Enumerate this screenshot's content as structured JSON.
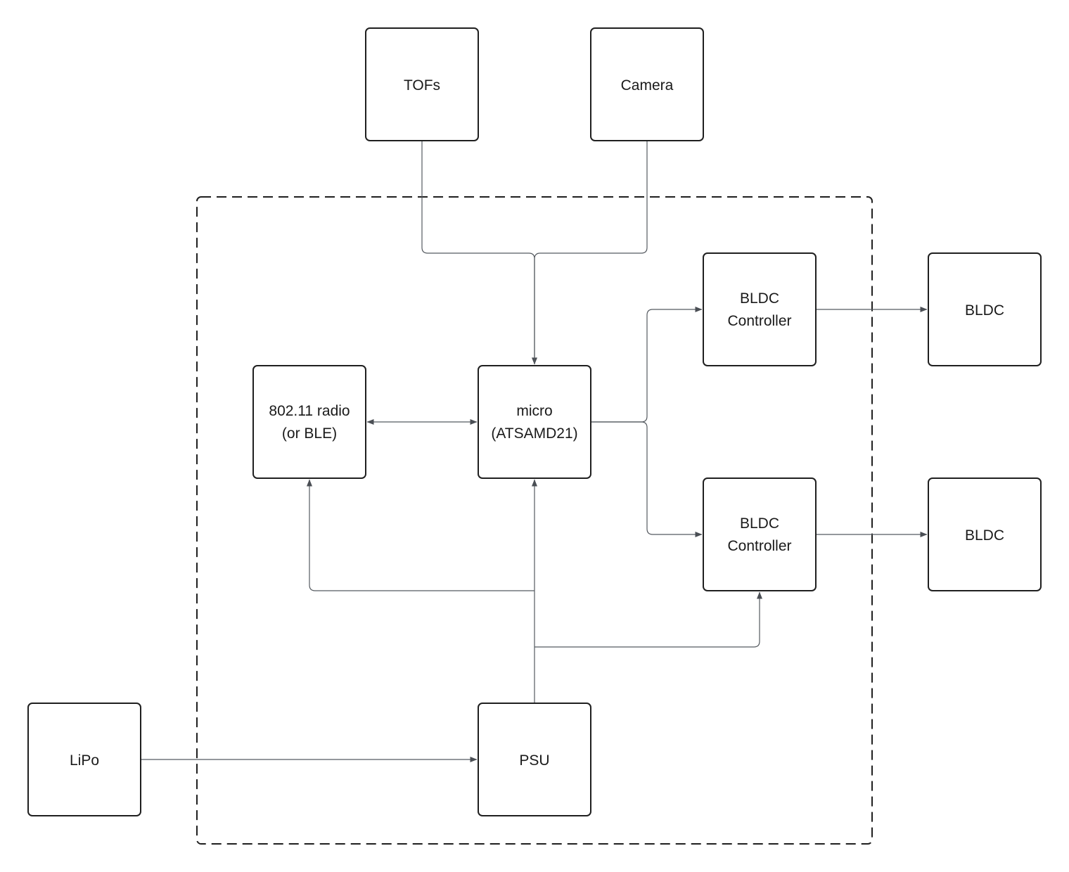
{
  "nodes": [
    {
      "id": "tofs",
      "lines": [
        "TOFs"
      ]
    },
    {
      "id": "camera",
      "lines": [
        "Camera"
      ]
    },
    {
      "id": "bldc-controller-top",
      "lines": [
        "BLDC",
        "Controller"
      ]
    },
    {
      "id": "bldc-top",
      "lines": [
        "BLDC"
      ]
    },
    {
      "id": "radio",
      "lines": [
        "802.11 radio",
        "(or BLE)"
      ]
    },
    {
      "id": "micro",
      "lines": [
        "micro",
        "(ATSAMD21)"
      ]
    },
    {
      "id": "bldc-controller-bottom",
      "lines": [
        "BLDC",
        "Controller"
      ]
    },
    {
      "id": "bldc-bottom",
      "lines": [
        "BLDC"
      ]
    },
    {
      "id": "lipo",
      "lines": [
        "LiPo"
      ]
    },
    {
      "id": "psu",
      "lines": [
        "PSU"
      ]
    }
  ],
  "edges": [
    {
      "from": "tofs",
      "to": "micro",
      "bidirectional": false
    },
    {
      "from": "camera",
      "to": "micro",
      "bidirectional": false
    },
    {
      "from": "radio",
      "to": "micro",
      "bidirectional": true
    },
    {
      "from": "micro",
      "to": "bldc-controller-top",
      "bidirectional": false
    },
    {
      "from": "micro",
      "to": "bldc-controller-bottom",
      "bidirectional": false
    },
    {
      "from": "bldc-controller-top",
      "to": "bldc-top",
      "bidirectional": false
    },
    {
      "from": "bldc-controller-bottom",
      "to": "bldc-bottom",
      "bidirectional": false
    },
    {
      "from": "psu",
      "to": "micro",
      "bidirectional": false
    },
    {
      "from": "psu",
      "to": "radio",
      "bidirectional": false
    },
    {
      "from": "psu",
      "to": "bldc-controller-bottom",
      "bidirectional": false
    },
    {
      "from": "lipo",
      "to": "psu",
      "bidirectional": false
    }
  ],
  "boundary": {
    "style": "dashed"
  },
  "colors": {
    "box_stroke": "#1f1f1f",
    "box_fill": "#ffffff",
    "connector": "#555a60",
    "text": "#1a1a1a",
    "background": "#ffffff"
  }
}
